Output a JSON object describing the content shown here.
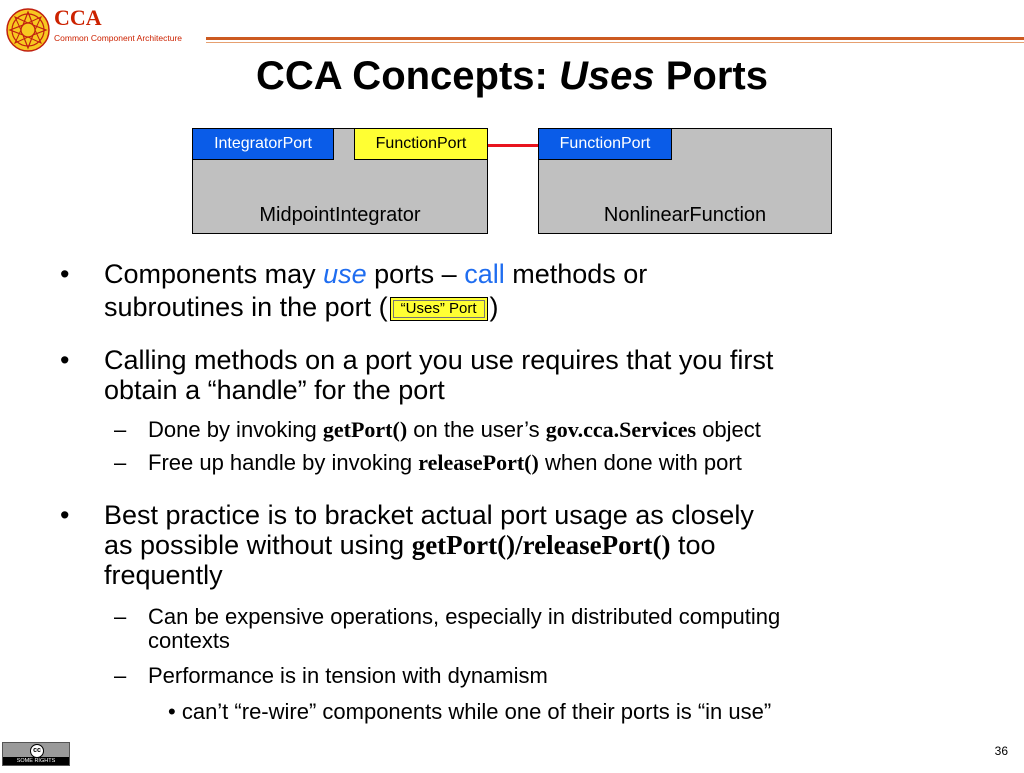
{
  "header": {
    "brand": "CCA",
    "brand_sub": "Common Component Architecture"
  },
  "title": {
    "prefix": "CCA Concepts: ",
    "italic": "Uses",
    "suffix": " Ports"
  },
  "diagram": {
    "left_component": "MidpointIntegrator",
    "right_component": "NonlinearFunction",
    "left_provides_port": "IntegratorPort",
    "left_uses_port": "FunctionPort",
    "right_provides_port": "FunctionPort",
    "colors": {
      "provides": "#0a5ce8",
      "uses": "#ffff33",
      "wire": "#e8141e",
      "component": "#c0c0c0"
    }
  },
  "bullets": {
    "b1": {
      "a": "Components may ",
      "use": "use",
      "b": " ports – ",
      "call": "call",
      "c": " methods or",
      "line2": "subroutines in the port (",
      "badge": "“Uses” Port",
      "close": ")"
    },
    "b2": {
      "line1": "Calling methods on a port you use requires that you first",
      "line2": "obtain a “handle” for the port"
    },
    "b2s1": {
      "a": "Done by invoking ",
      "code1": "getPort()",
      "b": " on the user’s ",
      "code2": "gov.cca.Services",
      "c": " object"
    },
    "b2s2": {
      "a": "Free up handle by invoking ",
      "code1": "releasePort()",
      "b": " when done with port"
    },
    "b3": {
      "line1": "Best practice is to bracket actual port usage as closely",
      "line2a": "as possible without using ",
      "code": "getPort()/releasePort()",
      "line2b": " too",
      "line3": "frequently"
    },
    "b3s1": {
      "line1": "Can be expensive operations, especially in distributed computing",
      "line2": "contexts"
    },
    "b3s2": "Performance is in tension with dynamism",
    "b3s2s1": "can’t “re-wire” components while one of their ports is “in use”",
    "bullet_glyph": "•",
    "dash_glyph": "–"
  },
  "footer": {
    "license": "SOME RIGHTS RESERVED",
    "cc": "cc",
    "page": "36"
  }
}
